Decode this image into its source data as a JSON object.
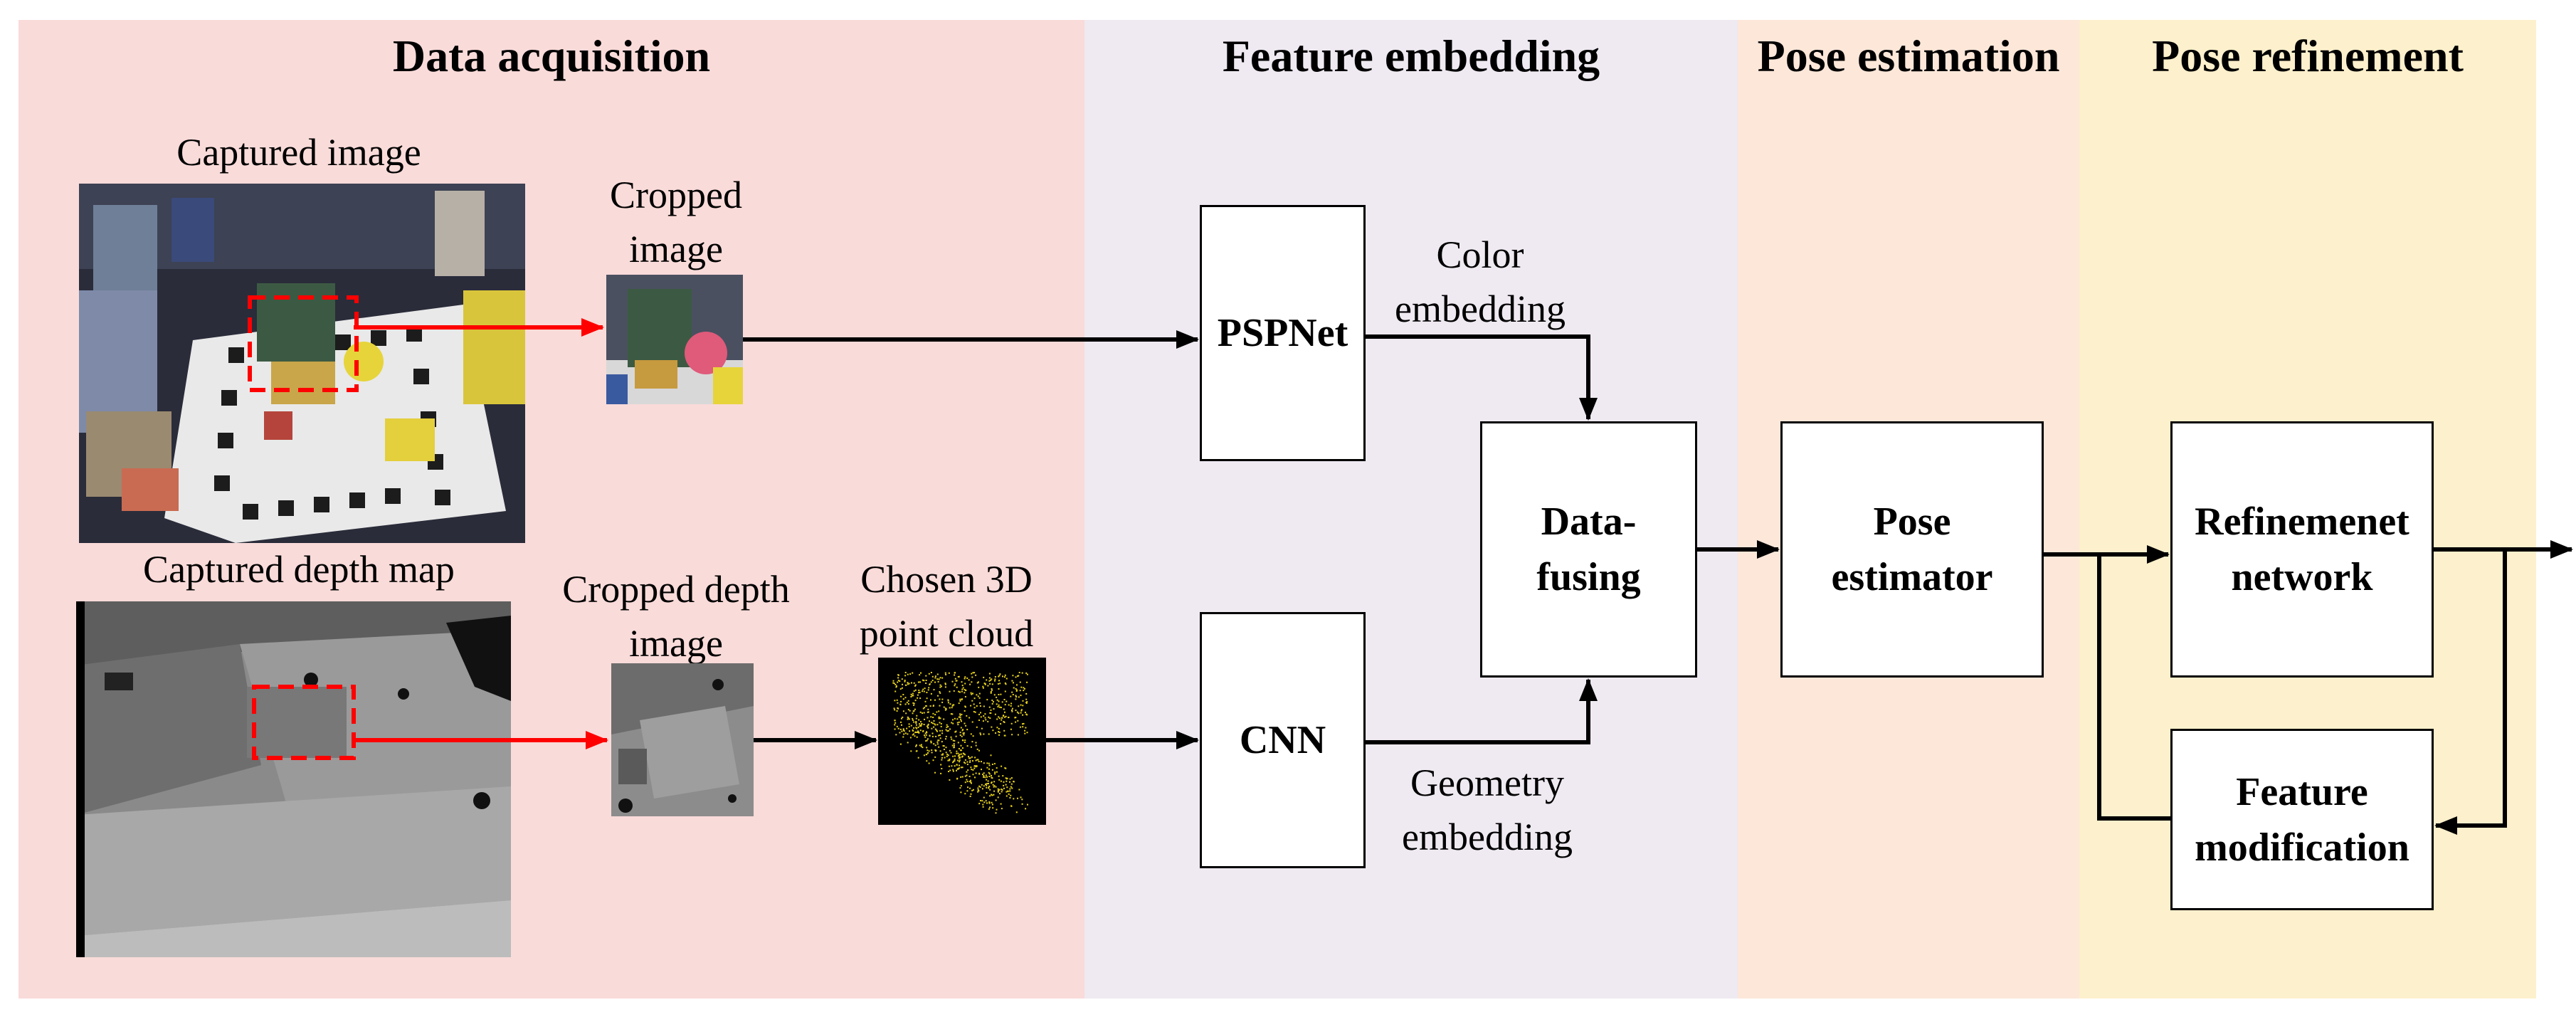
{
  "sections": {
    "acquisition": "Data acquisition",
    "embedding": "Feature embedding",
    "estimation": "Pose estimation",
    "refinement": "Pose refinement"
  },
  "labels": {
    "captured_image": "Captured image",
    "cropped_image_line1": "Cropped",
    "cropped_image_line2": "image",
    "captured_depth": "Captured depth map",
    "cropped_depth_line1": "Cropped depth",
    "cropped_depth_line2": "image",
    "point_cloud_line1": "Chosen 3D",
    "point_cloud_line2": "point cloud",
    "color_emb_line1": "Color",
    "color_emb_line2": "embedding",
    "geom_emb_line1": "Geometry",
    "geom_emb_line2": "embedding"
  },
  "boxes": {
    "pspnet": "PSPNet",
    "cnn": "CNN",
    "fusing_line1": "Data-",
    "fusing_line2": "fusing",
    "estimator_line1": "Pose",
    "estimator_line2": "estimator",
    "refine_line1": "Refinemenet",
    "refine_line2": "network",
    "featmod_line1": "Feature",
    "featmod_line2": "modification"
  },
  "colors": {
    "acquisition_bg": "#f9dbd9",
    "embedding_bg": "#efe9f1",
    "estimation_bg": "#fce7d9",
    "refinement_bg": "#fdf0cc",
    "crop_highlight": "#ff0000",
    "arrow": "#000000",
    "point_cloud": "#e8d21c"
  }
}
